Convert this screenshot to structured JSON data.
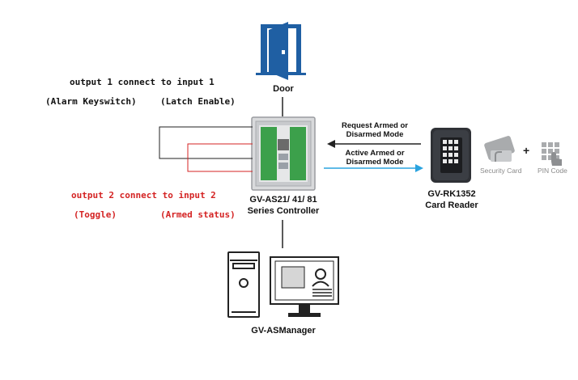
{
  "door": {
    "label": "Door"
  },
  "wiring_notes": {
    "output1": {
      "title": "output 1 connect to input 1",
      "left": "(Alarm Keyswitch)",
      "right": "(Latch Enable)"
    },
    "output2": {
      "title": "output 2 connect to input 2",
      "left": "(Toggle)",
      "right": "(Armed status)"
    }
  },
  "controller": {
    "line1": "GV-AS21/ 41/ 81",
    "line2": "Series Controller"
  },
  "card_reader": {
    "line1": "GV-RK1352",
    "line2": "Card Reader"
  },
  "signals": {
    "request": {
      "line1": "Request Armed or",
      "line2": "Disarmed Mode"
    },
    "active": {
      "line1": "Active Armed or",
      "line2": "Disarmed Mode"
    }
  },
  "credentials": {
    "card": "Security Card",
    "plus": "+",
    "pin": "PIN Code"
  },
  "manager": {
    "label": "GV-ASManager"
  },
  "colors": {
    "door": "#1f5fa3",
    "wire_black": "#222222",
    "wire_red": "#d42323",
    "arrow_blue": "#2aa3df",
    "text_red": "#d42323"
  }
}
